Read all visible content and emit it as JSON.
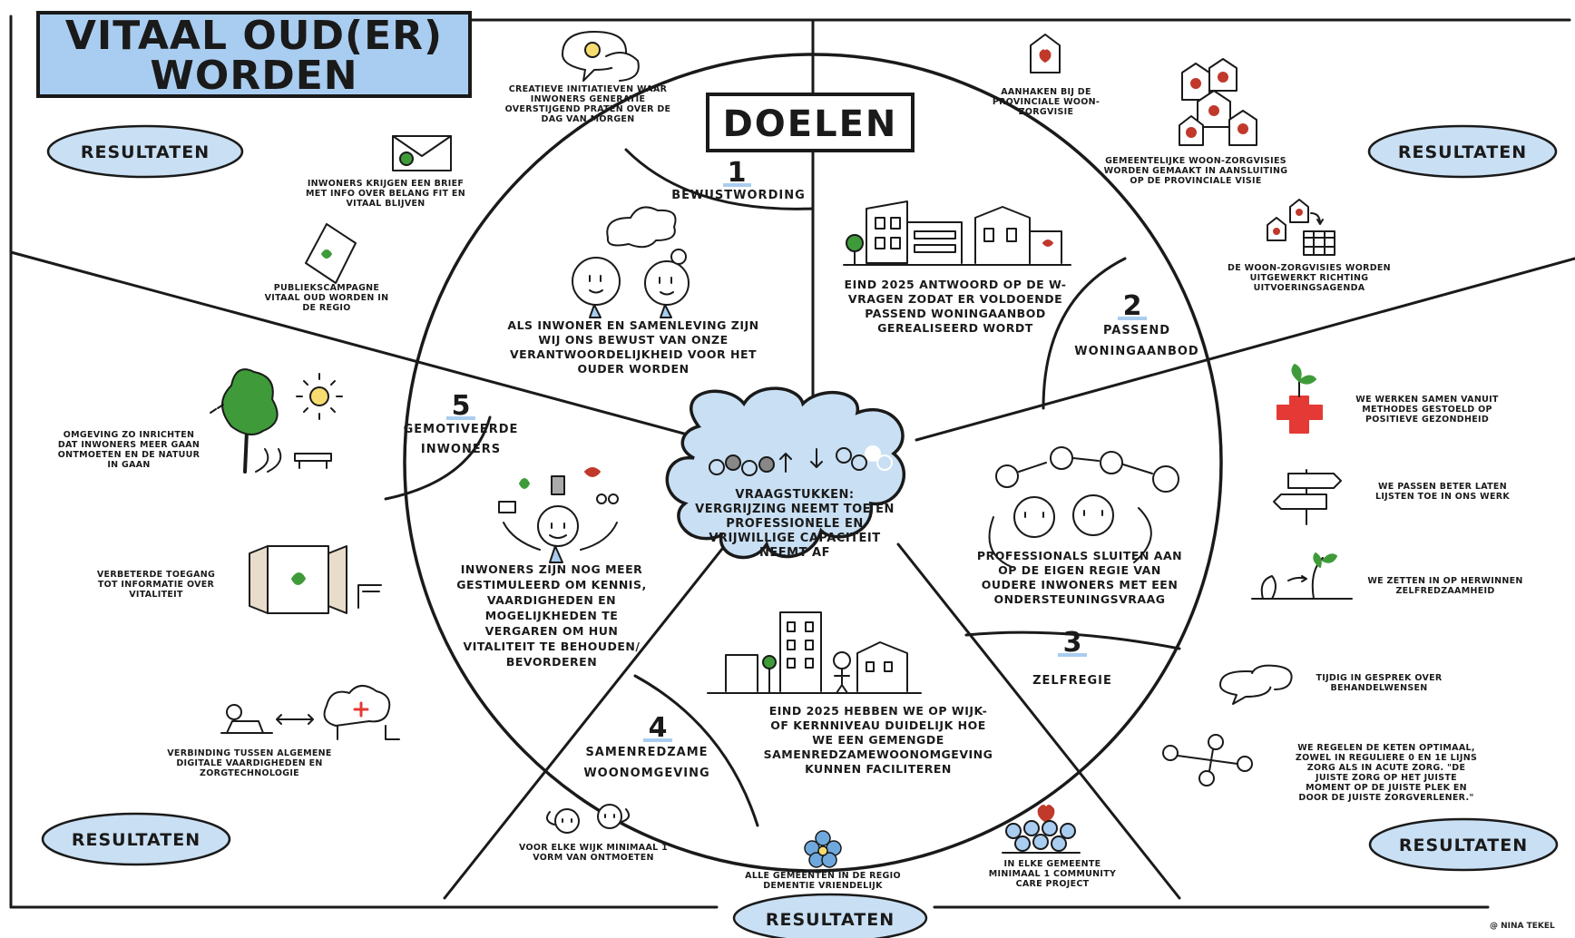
{
  "title": {
    "line1": "VITAAL OUD(ER)",
    "line2": "WORDEN"
  },
  "goals_header": "DOELEN",
  "results_label": "RESULTATEN",
  "credit": "@ NINA TEKEL",
  "goals": [
    {
      "number": "1",
      "label": "BEWUSTWORDING"
    },
    {
      "number": "2",
      "label_line1": "PASSEND",
      "label_line2": "WONINGAANBOD"
    },
    {
      "number": "3",
      "label": "ZELFREGIE"
    },
    {
      "number": "4",
      "label_line1": "SAMENREDZAME",
      "label_line2": "WOONOMGEVING"
    },
    {
      "number": "5",
      "label_line1": "GEMOTIVEERDE",
      "label_line2": "INWONERS"
    }
  ],
  "center": {
    "lines": [
      "VRAAGSTUKKEN:",
      "VERGRIJZING NEEMT TOE EN",
      "PROFESSIONELE EN",
      "VRIJWILLIGE CAPACITEIT",
      "NEEMT AF"
    ]
  },
  "goal_texts": {
    "g1": [
      "ALS INWONER EN SAMENLEVING ZIJN",
      "WIJ ONS BEWUST VAN ONZE",
      "VERANTWOORDELIJKHEID VOOR HET",
      "OUDER WORDEN"
    ],
    "g2": [
      "EIND 2025 ANTWOORD OP DE W-",
      "VRAGEN ZODAT ER VOLDOENDE",
      "PASSEND WONINGAANBOD",
      "GEREALISEERD WORDT"
    ],
    "g3": [
      "PROFESSIONALS SLUITEN AAN",
      "OP DE EIGEN REGIE VAN",
      "OUDERE INWONERS MET EEN",
      "ONDERSTEUNINGSVRAAG"
    ],
    "g4": [
      "EIND 2025 HEBBEN WE OP WIJK-",
      "OF KERNNIVEAU DUIDELIJK HOE",
      "WE EEN GEMENGDE",
      "SAMENREDZAMEWOONOMGEVING",
      "KUNNEN FACILITEREN"
    ],
    "g5": [
      "INWONERS ZIJN NOG MEER",
      "GESTIMULEERD OM KENNIS,",
      "VAARDIGHEDEN EN",
      "MOGELIJKHEDEN TE",
      "VERGAREN OM HUN",
      "VITALITEIT TE BEHOUDEN/",
      "BEVORDEREN"
    ]
  },
  "results": {
    "r_creative": [
      "CREATIEVE INITIATIEVEN WAAR",
      "INWONERS GENERATIE",
      "OVERSTIJGEND PRATEN OVER DE",
      "DAG VAN MORGEN"
    ],
    "r_letter": [
      "INWONERS KRIJGEN EEN BRIEF",
      "MET INFO OVER BELANG FIT EN",
      "VITAAL BLIJVEN"
    ],
    "r_campaign": [
      "PUBLIEKSCAMPAGNE",
      "VITAAL OUD WORDEN IN",
      "DE REGIO"
    ],
    "r_provincial": [
      "AANHAKEN BIJ DE",
      "PROVINCIALE WOON-",
      "ZORGVISIE"
    ],
    "r_municipal": [
      "GEMEENTELIJKE WOON-ZORGVISIES",
      "WORDEN GEMAAKT IN AANSLUITING",
      "OP DE PROVINCIALE VISIE"
    ],
    "r_agenda": [
      "DE WOON-ZORGVISIES WORDEN",
      "UITGEWERKT RICHTING",
      "UITVOERINGSAGENDA"
    ],
    "r_environment": [
      "OMGEVING ZO INRICHTEN",
      "DAT INWONERS MEER GAAN",
      "ONTMOETEN EN DE NATUUR",
      "IN GAAN"
    ],
    "r_access": [
      "VERBETERDE TOEGANG",
      "TOT INFORMATIE OVER",
      "VITALITEIT"
    ],
    "r_digital": [
      "VERBINDING TUSSEN ALGEMENE",
      "DIGITALE VAARDIGHEDEN EN",
      "ZORGTECHNOLOGIE"
    ],
    "r_positive": [
      "WE WERKEN SAMEN VANUIT",
      "METHODES GESTOELD OP",
      "POSITIEVE GEZONDHEID"
    ],
    "r_lists": [
      "WE PASSEN BETER LATEN",
      "LIJSTEN TOE IN ONS WERK"
    ],
    "r_selfreliance": [
      "WE ZETTEN IN OP HERWINNEN",
      "ZELFREDZAAMHEID"
    ],
    "r_timely": [
      "TIJDIG IN GESPREK OVER",
      "BEHANDELWENSEN"
    ],
    "r_chain": [
      "WE REGELEN DE KETEN OPTIMAAL,",
      "ZOWEL IN REGULIERE 0 EN 1E LIJNS",
      "ZORG ALS IN ACUTE ZORG. \"DE",
      "JUISTE ZORG OP HET JUISTE",
      "MOMENT OP DE JUISTE PLEK EN",
      "DOOR DE JUISTE ZORGVERLENER.\""
    ],
    "r_meeting": [
      "VOOR ELKE WIJK MINIMAAL 1",
      "VORM VAN ONTMOETEN"
    ],
    "r_dementia": [
      "ALLE GEMEENTEN IN DE REGIO",
      "DEMENTIE VRIENDELIJK"
    ],
    "r_community": [
      "IN ELKE GEMEENTE",
      "MINIMAAL 1 COMMUNITY",
      "CARE PROJECT"
    ]
  },
  "colors": {
    "accent_blue": "#a9cdf0",
    "ink": "#1a1a1a",
    "heart_red": "#c0392b",
    "plant_green": "#3f9b3a",
    "cross_red": "#e53935"
  }
}
